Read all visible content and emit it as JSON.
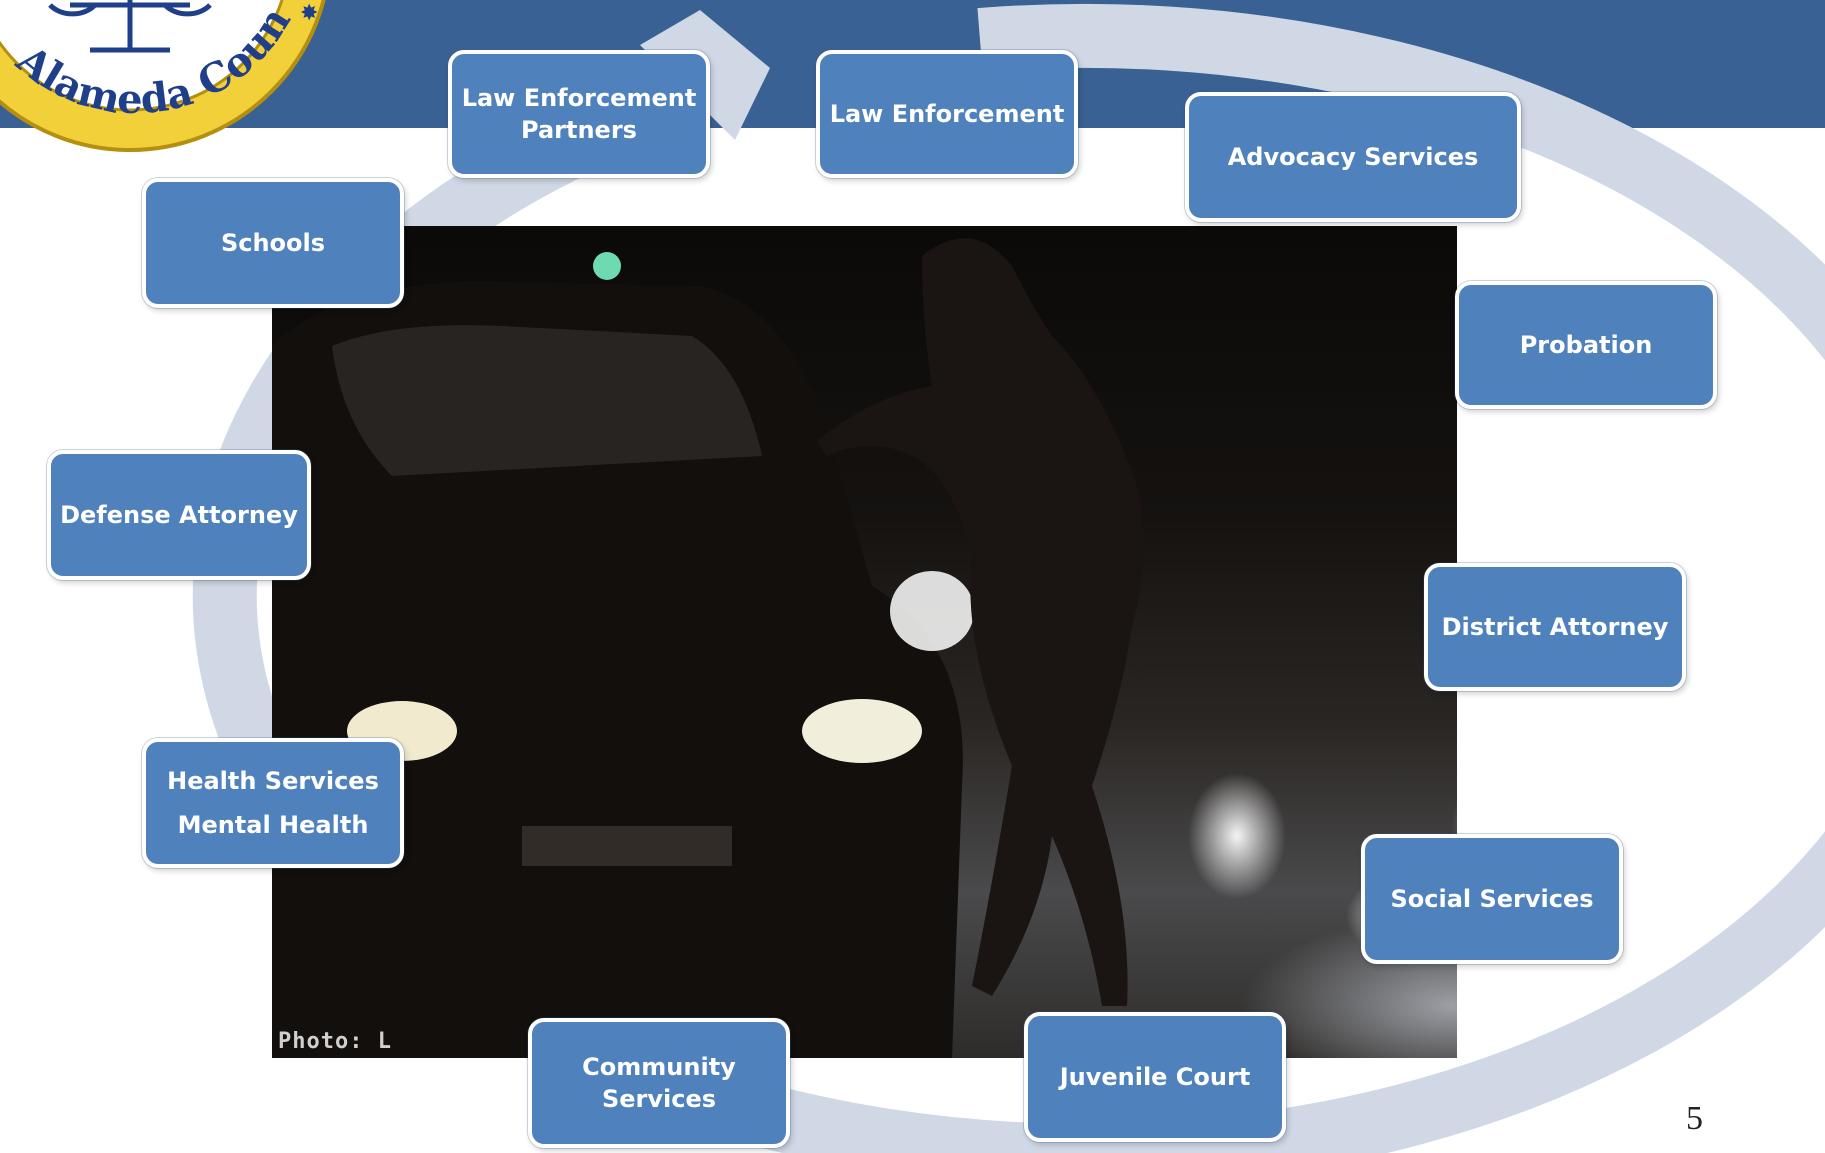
{
  "diagram": {
    "type": "cycle",
    "nodes": [
      {
        "id": "law-enforcement-partners",
        "label": "Law Enforcement\nPartners"
      },
      {
        "id": "law-enforcement",
        "label": "Law Enforcement"
      },
      {
        "id": "advocacy-services",
        "label": "Advocacy Services"
      },
      {
        "id": "probation",
        "label": "Probation"
      },
      {
        "id": "district-attorney",
        "label": "District Attorney"
      },
      {
        "id": "social-services",
        "label": "Social Services"
      },
      {
        "id": "juvenile-court",
        "label": "Juvenile Court"
      },
      {
        "id": "community-services",
        "label": "Community\nServices"
      },
      {
        "id": "health-services",
        "label": "Health Services\nMental Health"
      },
      {
        "id": "defense-attorney",
        "label": "Defense Attorney"
      },
      {
        "id": "schools",
        "label": "Schools"
      }
    ]
  },
  "logo": {
    "text": "Alameda County"
  },
  "photo": {
    "credit": "Photo: L"
  },
  "slide": {
    "number": "5"
  },
  "colors": {
    "banner": "#3a6193",
    "node": "#4f81bd",
    "cycle": "#d0d8e6"
  }
}
